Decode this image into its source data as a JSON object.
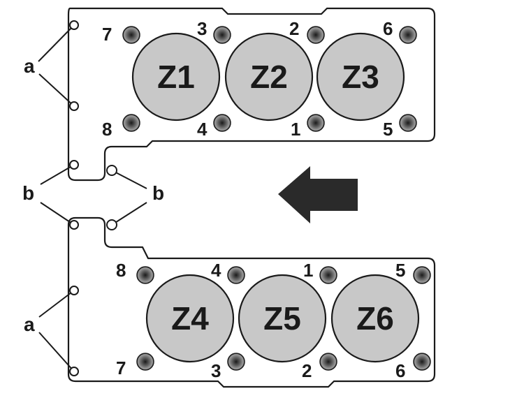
{
  "diagram": {
    "upper_head": {
      "cylinders": [
        "Z1",
        "Z2",
        "Z3"
      ],
      "bolt_labels": [
        "7",
        "3",
        "2",
        "6",
        "8",
        "4",
        "1",
        "5"
      ]
    },
    "lower_head": {
      "cylinders": [
        "Z4",
        "Z5",
        "Z6"
      ],
      "bolt_labels": [
        "8",
        "4",
        "1",
        "5",
        "7",
        "3",
        "2",
        "6"
      ]
    },
    "dowel_labels": {
      "a_top": "a",
      "b_left": "b",
      "b_right": "b",
      "a_bottom": "a"
    },
    "arrow_direction": "left",
    "colors": {
      "cylinder_fill": "#c8c8c8",
      "outline": "#1a1a1a",
      "arrow": "#2a2a2a"
    }
  }
}
